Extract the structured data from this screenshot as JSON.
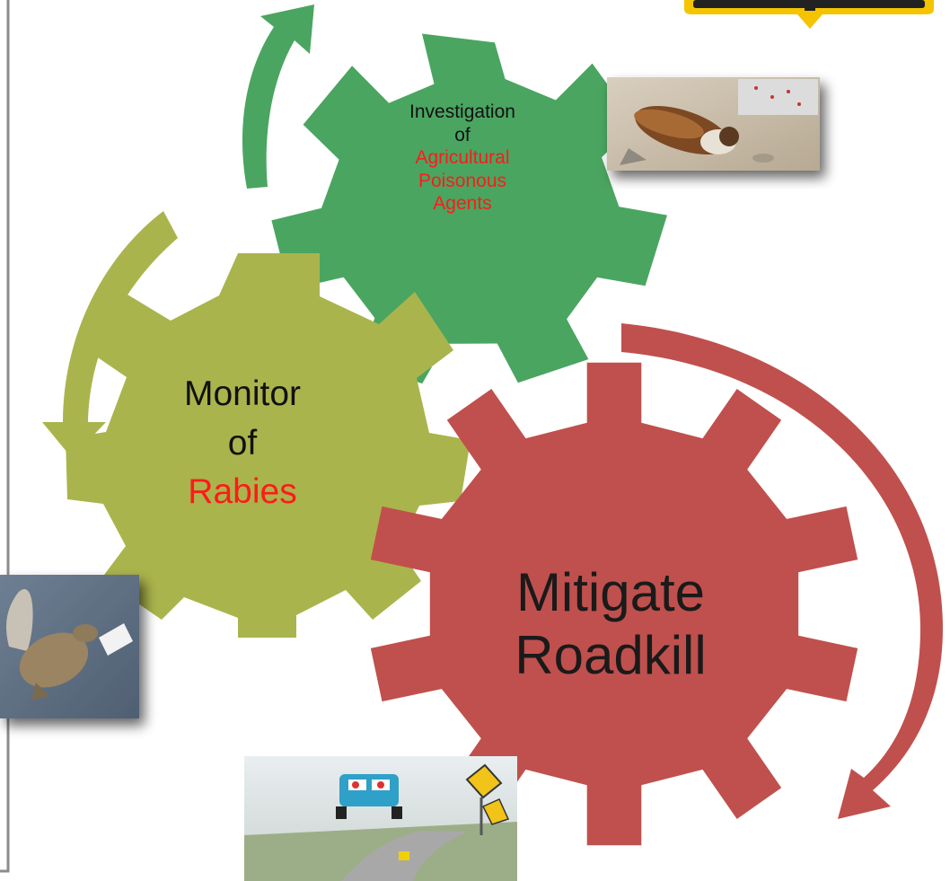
{
  "gears": {
    "investigation": {
      "line1": "Investigation",
      "line2": "of",
      "line3": "Agricultural",
      "line4": "Poisonous",
      "line5": "Agents"
    },
    "monitor": {
      "line1": "Monitor",
      "line2": "of",
      "line3": "Rabies"
    },
    "mitigate": {
      "line1": "Mitigate",
      "line2": "Roadkill"
    }
  },
  "colors": {
    "investigation_gear": "#4aa560",
    "monitor_gear": "#aab44c",
    "mitigate_gear": "#c0504d",
    "highlight_text": "#ff1a1a",
    "green_arrow": "#4aa560",
    "olive_arrow": "#aab44c",
    "red_arrow": "#c0504d",
    "sign_yellow": "#f5c400"
  },
  "images": {
    "top_right": "dead-sparrow-photo",
    "left": "dead-squirrel-photo",
    "bottom": "roadkill-drawing-photo",
    "top_corner": "yellow-warning-sign"
  }
}
